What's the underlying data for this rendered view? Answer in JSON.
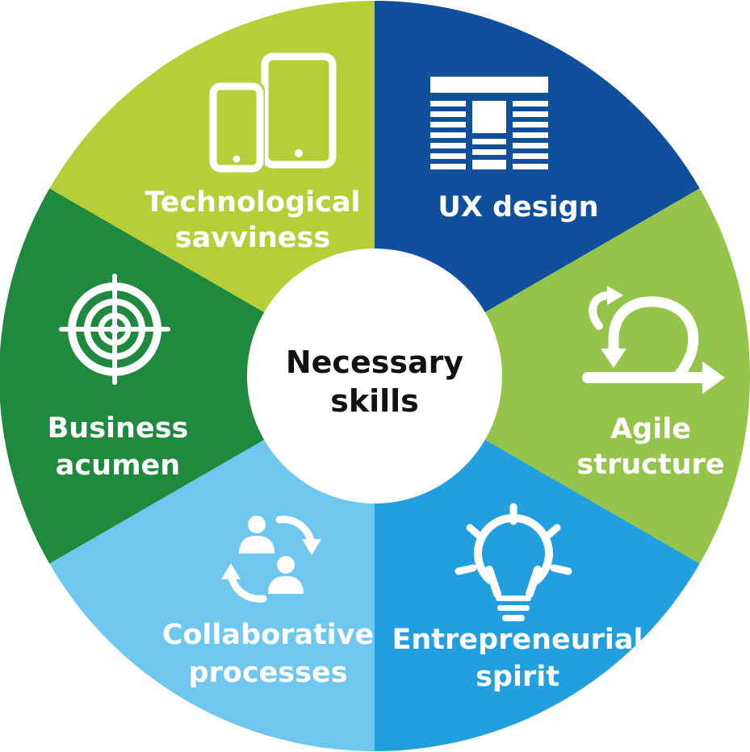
{
  "center": {
    "line1": "Necessary",
    "line2": "skills"
  },
  "segments": [
    {
      "id": "ux-design",
      "line1": "UX design",
      "line2": "",
      "color": "#104f9b",
      "icon": "layout-icon"
    },
    {
      "id": "agile-structure",
      "line1": "Agile",
      "line2": "structure",
      "color": "#95c44b",
      "icon": "loop-arrow-icon"
    },
    {
      "id": "entrepreneurial-spirit",
      "line1": "Entrepreneurial",
      "line2": "spirit",
      "color": "#219fdf",
      "icon": "lightbulb-icon"
    },
    {
      "id": "collaborative-processes",
      "line1": "Collaborative",
      "line2": "processes",
      "color": "#6fc6ef",
      "icon": "people-cycle-icon"
    },
    {
      "id": "business-acumen",
      "line1": "Business",
      "line2": "acumen",
      "color": "#1f8a3d",
      "icon": "target-icon"
    },
    {
      "id": "technological-savviness",
      "line1": "Technological",
      "line2": "savviness",
      "color": "#b6cf39",
      "icon": "devices-icon"
    }
  ]
}
